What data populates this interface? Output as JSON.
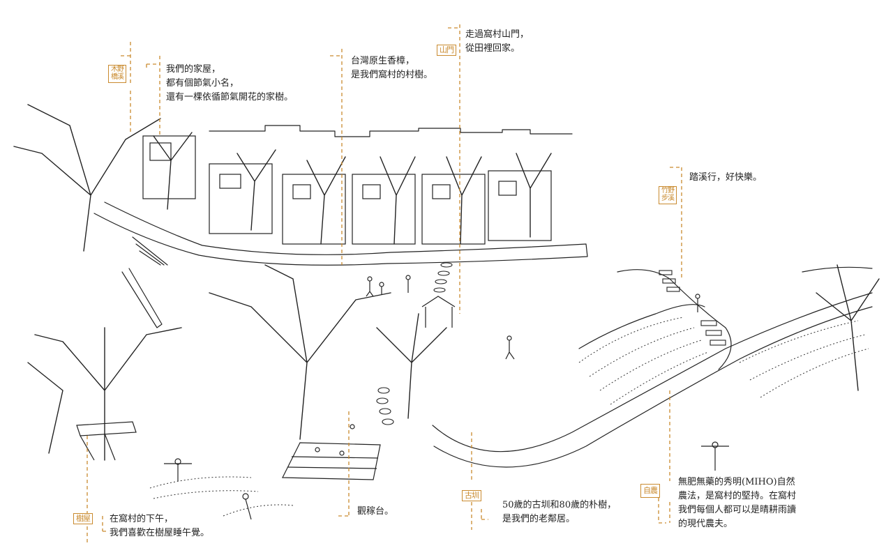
{
  "accent_color": "#c98a2e",
  "ink_color": "#222222",
  "annotations": [
    {
      "id": "home",
      "stamp": "木野橋溪",
      "text": "我們的家屋，\n都有個節氣小名，\n還有一棵依循節氣開花的家樹。"
    },
    {
      "id": "camphor",
      "stamp": "",
      "text": "台灣原生香樟，\n是我們窩村的村樹。"
    },
    {
      "id": "gate",
      "stamp": "山門",
      "text": "走過窩村山門，\n從田裡回家。"
    },
    {
      "id": "stream",
      "stamp": "竹野步溪",
      "text": "踏溪行，好快樂。"
    },
    {
      "id": "treehouse",
      "stamp": "樹屋",
      "text": "在窩村的下午，\n我們喜歡在樹屋睡午覺。"
    },
    {
      "id": "deck",
      "stamp": "",
      "text": "觀稼台。"
    },
    {
      "id": "canal",
      "stamp": "古圳",
      "text": "50歲的古圳和80歲的朴樹，\n是我們的老鄰居。"
    },
    {
      "id": "farm",
      "stamp": "自農",
      "text": "無肥無藥的秀明(MIHO)自然\n農法，是窩村的堅持。在窩村\n我們每個人都可以是晴耕雨讀\n的現代農夫。"
    }
  ]
}
